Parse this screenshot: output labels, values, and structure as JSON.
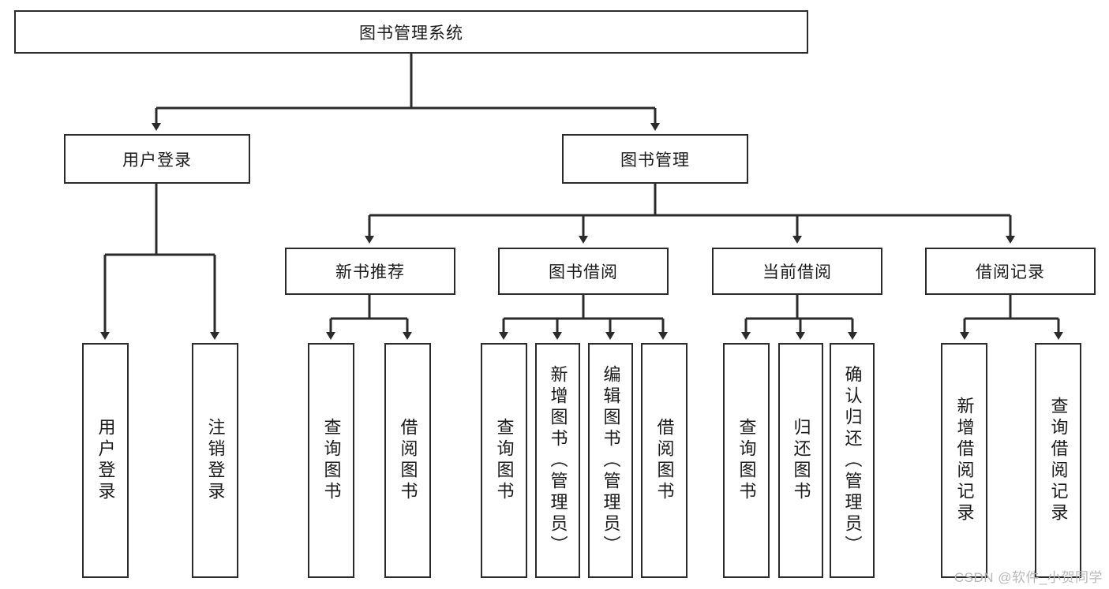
{
  "diagram": {
    "title": "图书管理系统",
    "type": "hierarchy-tree",
    "root": {
      "id": "root",
      "label": "图书管理系统"
    },
    "level2": [
      {
        "id": "user-login",
        "label": "用户登录"
      },
      {
        "id": "book-manage",
        "label": "图书管理"
      }
    ],
    "level3": [
      {
        "id": "new-book-recommend",
        "label": "新书推荐",
        "parent": "book-manage"
      },
      {
        "id": "book-borrow",
        "label": "图书借阅",
        "parent": "book-manage"
      },
      {
        "id": "current-borrow",
        "label": "当前借阅",
        "parent": "book-manage"
      },
      {
        "id": "borrow-record",
        "label": "借阅记录",
        "parent": "book-manage"
      }
    ],
    "leaves": {
      "user_login": [
        {
          "id": "leaf-user-login",
          "label": "用户登录"
        },
        {
          "id": "leaf-logout-login",
          "label": "注销登录"
        }
      ],
      "new_book_recommend": [
        {
          "id": "leaf-query-book-1",
          "label": "查询图书"
        },
        {
          "id": "leaf-borrow-book-1",
          "label": "借阅图书"
        }
      ],
      "book_borrow": [
        {
          "id": "leaf-query-book-2",
          "label": "查询图书"
        },
        {
          "id": "leaf-add-book",
          "label": "新增图书（管理员）"
        },
        {
          "id": "leaf-edit-book",
          "label": "编辑图书（管理员）"
        },
        {
          "id": "leaf-borrow-book-2",
          "label": "借阅图书"
        }
      ],
      "current_borrow": [
        {
          "id": "leaf-query-book-3",
          "label": "查询图书"
        },
        {
          "id": "leaf-return-book",
          "label": "归还图书"
        },
        {
          "id": "leaf-confirm-return",
          "label": "确认归还（管理员）"
        }
      ],
      "borrow_record": [
        {
          "id": "leaf-add-record",
          "label": "新增借阅记录"
        },
        {
          "id": "leaf-query-record",
          "label": "查询借阅记录"
        }
      ]
    }
  },
  "watermark": {
    "text": "CSDN @软件_小贺同学"
  },
  "colors": {
    "stroke": "#2b2b2b",
    "background": "#ffffff",
    "text": "#1a1a1a",
    "watermark": "#b8b8b8"
  }
}
